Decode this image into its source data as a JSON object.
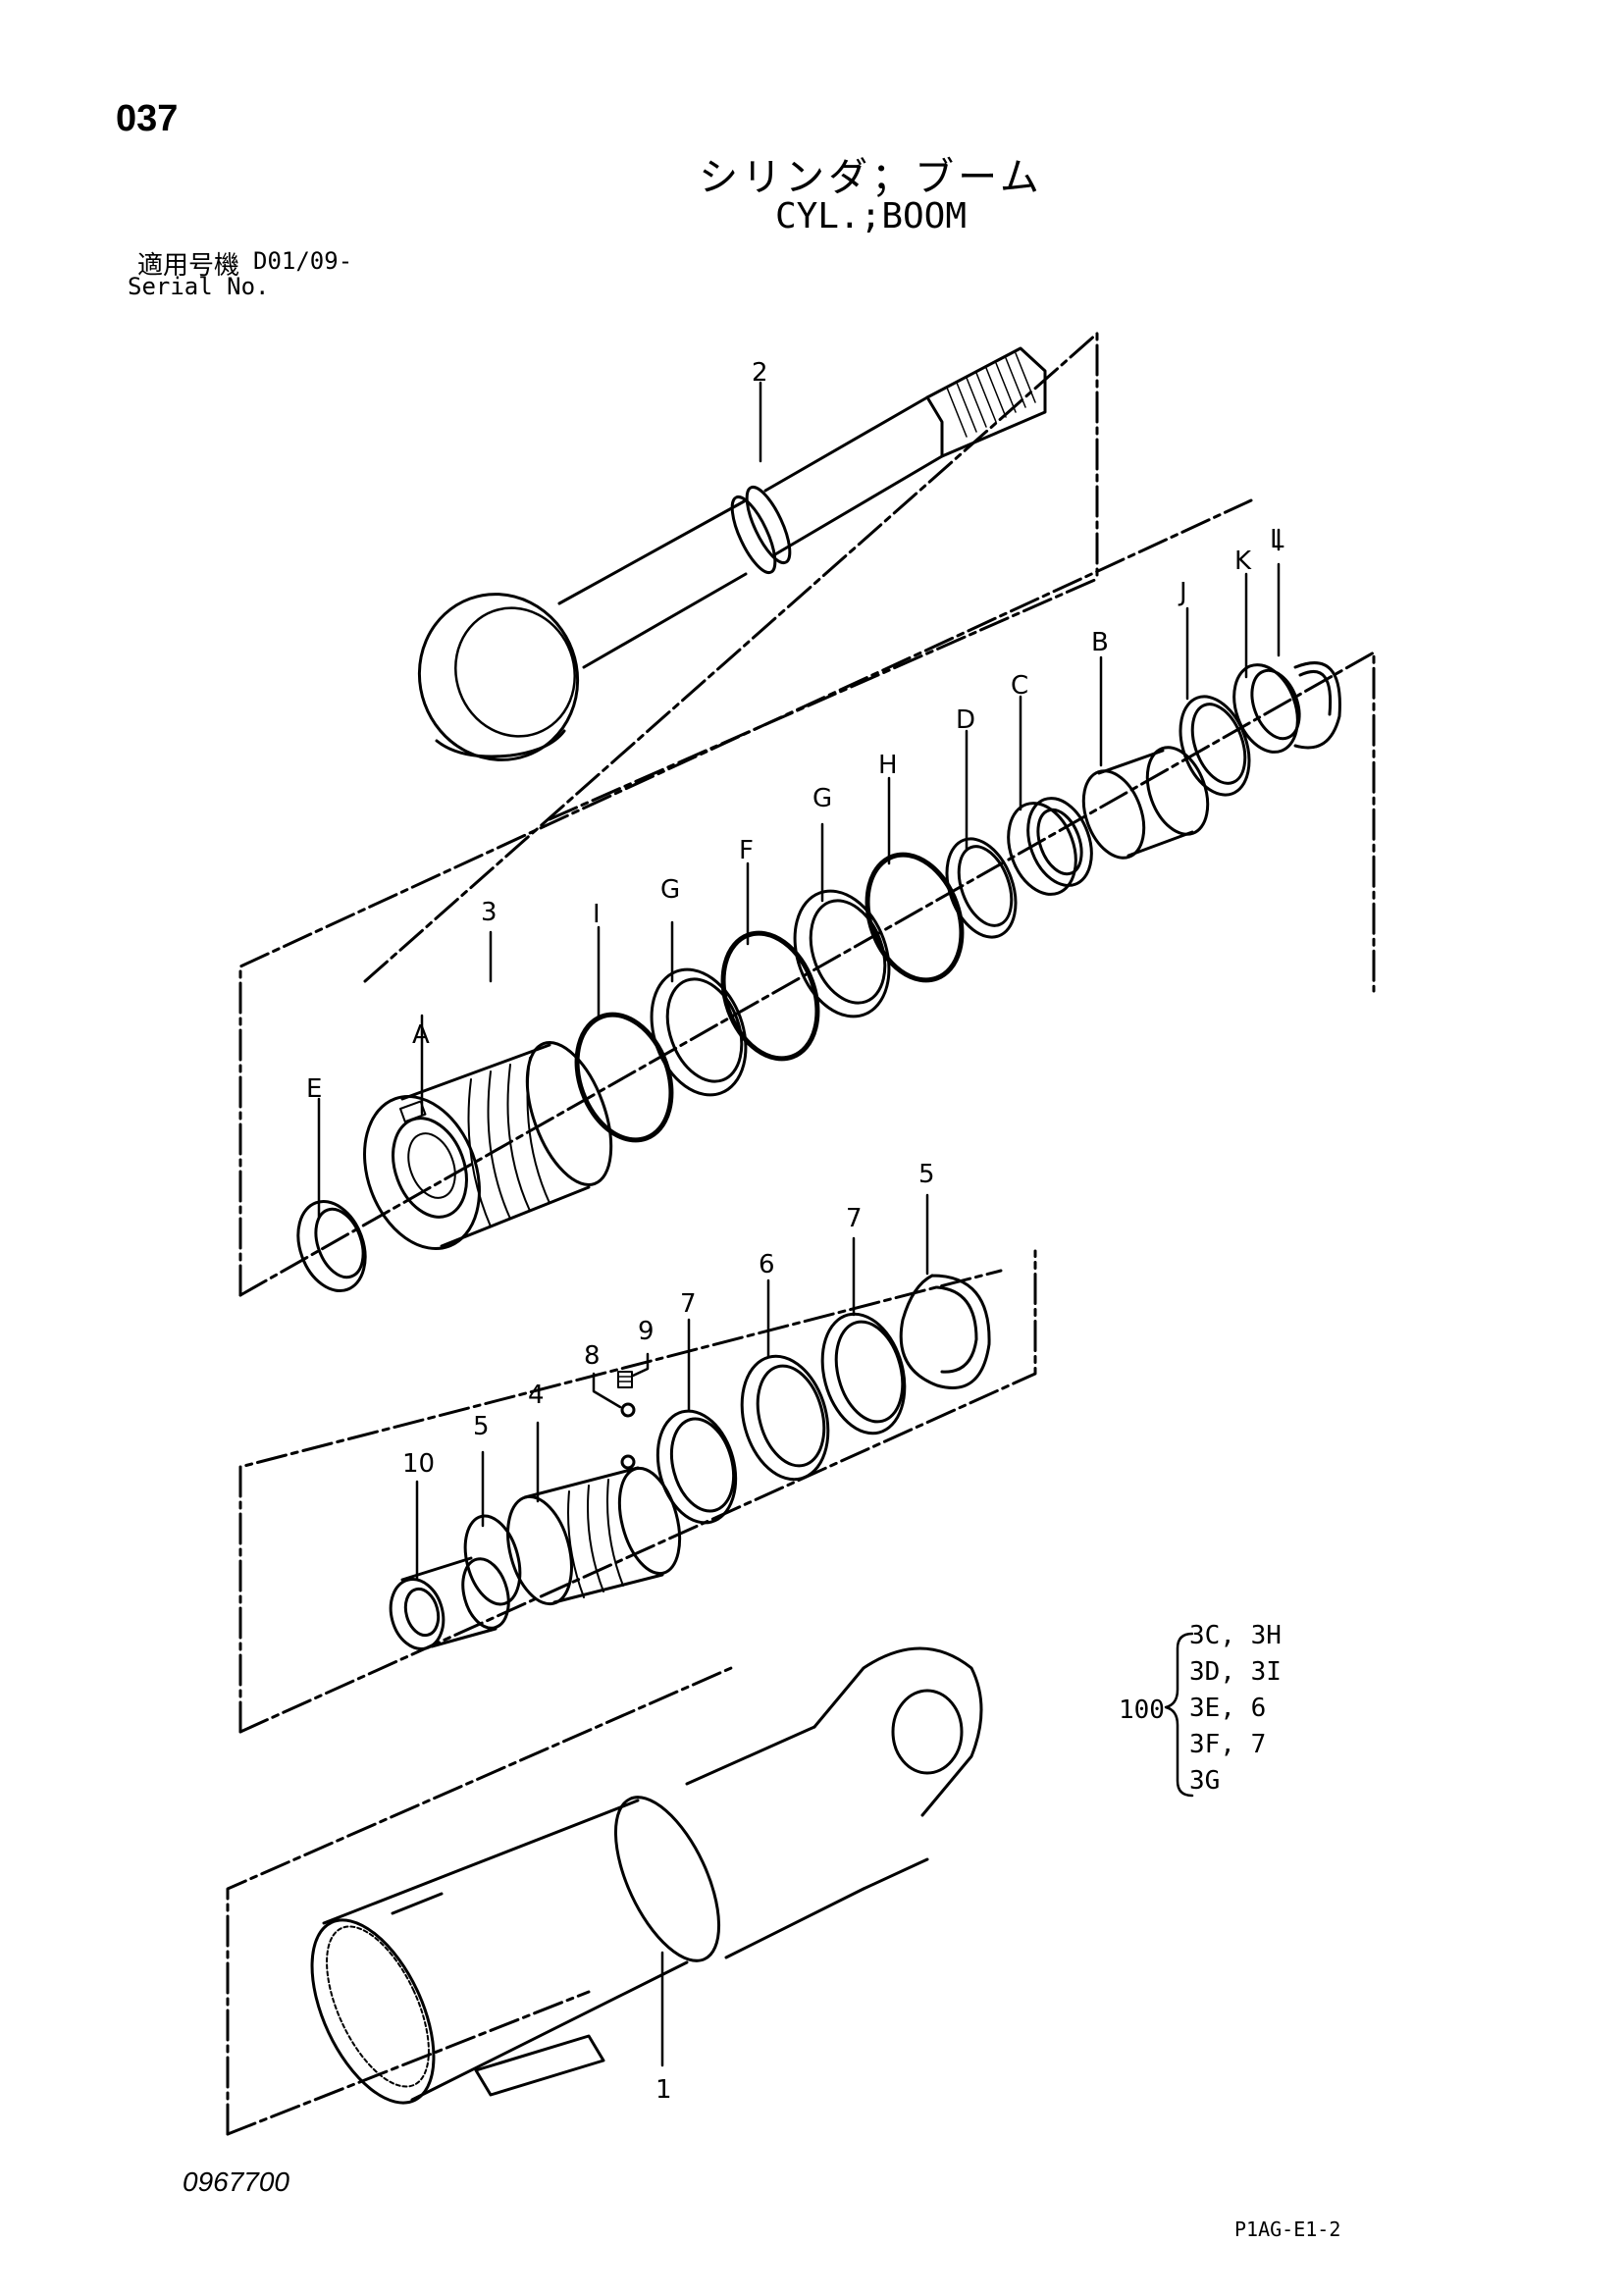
{
  "page_number": "037",
  "title_jp": "シリンダ；ブーム",
  "title_en": "CYL.;BOOM",
  "serial_label_jp": "適用号機",
  "serial_label_en": "Serial No.",
  "serial_value": "D01/09-",
  "drawing_number": "0967700",
  "page_code": "P1AG-E1-2",
  "callouts": {
    "c1": "1",
    "c2": "2",
    "c3": "3",
    "c4": "4",
    "c5a": "5",
    "c5b": "5",
    "c6": "6",
    "c7a": "7",
    "c7b": "7",
    "c8": "8",
    "c9": "9",
    "c10": "10",
    "cA": "A",
    "cB": "B",
    "cC": "C",
    "cD": "D",
    "cE": "E",
    "cF": "F",
    "cG1": "G",
    "cG2": "G",
    "cH": "H",
    "cI": "I",
    "cJ": "J",
    "cK": "K",
    "cL": "L"
  },
  "kit": {
    "number": "100",
    "lines": [
      "3C, 3H",
      "3D, 3I",
      "3E, 6",
      "3F, 7",
      "3G"
    ]
  }
}
